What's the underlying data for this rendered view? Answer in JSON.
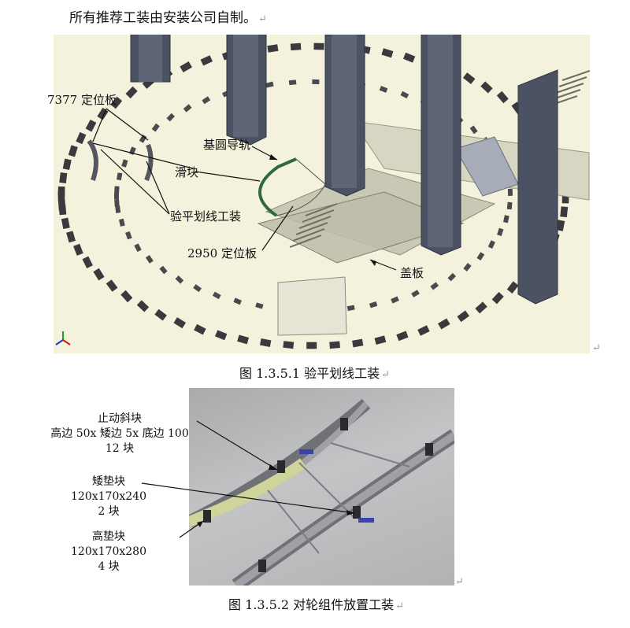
{
  "intro_text": "所有推荐工装由安装公司自制。",
  "para_mark": "↵",
  "figure1": {
    "caption": "图 1.3.5.1  验平划线工装",
    "labels": {
      "locating_plate_7377": "7377 定位板",
      "base_circle_rail": "基圆导轨",
      "slider": "滑块",
      "leveling_tool": "验平划线工装",
      "locating_plate_2950": "2950 定位板",
      "cover_plate": "盖板"
    }
  },
  "figure2": {
    "caption": "图 1.3.5.2  对轮组件放置工装",
    "labels": {
      "stop_wedge_title": "止动斜块",
      "stop_wedge_dims": "高边 50x 矮边 5x 底边 100",
      "stop_wedge_qty": "12 块",
      "low_pad_title": "矮垫块",
      "low_pad_dims": "120x170x240",
      "low_pad_qty": "2 块",
      "high_pad_title": "高垫块",
      "high_pad_dims": "120x170x280",
      "high_pad_qty": "4 块"
    }
  },
  "colors": {
    "fig1_background": "#f4f2dc",
    "column": "#4a5263",
    "rail_green": "#2f6b3a",
    "plate_dark": "#3a3a3e"
  }
}
